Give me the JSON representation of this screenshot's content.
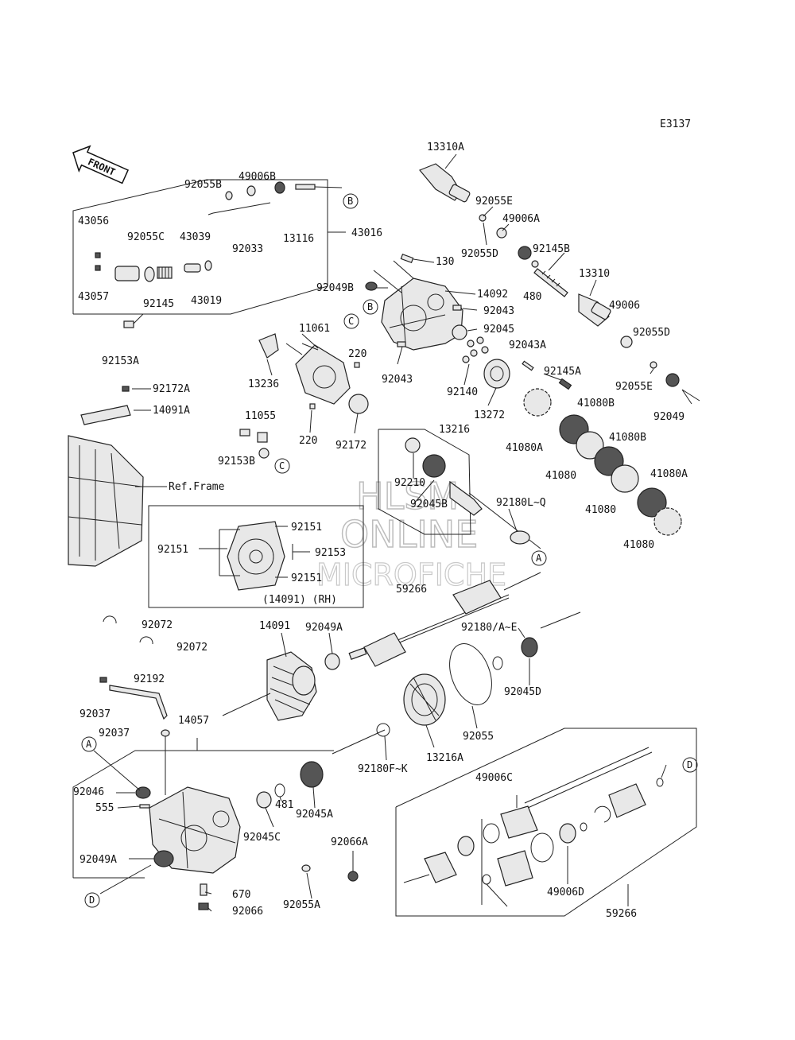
{
  "diagram_id": "E3137",
  "front_label": "FRONT",
  "ref_frame": "Ref.Frame",
  "inset_caption": "(14091) (RH)",
  "watermark": [
    "HLSM",
    "ONLINE",
    "MICROFICHE"
  ],
  "callouts": [
    "A",
    "B",
    "C",
    "D"
  ],
  "labels": {
    "p13310A": "13310A",
    "p92055E_a": "92055E",
    "p49006A": "49006A",
    "p92055D_a": "92055D",
    "p92145B": "92145B",
    "p480": "480",
    "p13310": "13310",
    "p49006": "49006",
    "p92055D_b": "92055D",
    "p92055E_b": "92055E",
    "p92049": "92049",
    "p92055B": "92055B",
    "p49006B": "49006B",
    "p43056": "43056",
    "p92055C": "92055C",
    "p43039": "43039",
    "p92033": "92033",
    "p13116": "13116",
    "p43016": "43016",
    "p43057": "43057",
    "p92145": "92145",
    "p43019": "43019",
    "p92153A": "92153A",
    "p130": "130",
    "p92049B": "92049B",
    "p14092": "14092",
    "p92043_a": "92043",
    "p92045": "92045",
    "p11061": "11061",
    "p92043A": "92043A",
    "p220_a": "220",
    "p92043_b": "92043",
    "p92145A": "92145A",
    "p13236": "13236",
    "p92140": "92140",
    "p41080B_a": "41080B",
    "p13272": "13272",
    "p92172A": "92172A",
    "p14091A": "14091A",
    "p41080B_b": "41080B",
    "p11055": "11055",
    "p220_b": "220",
    "p92172": "92172",
    "p13216": "13216",
    "p41080A_a": "41080A",
    "p92153B": "92153B",
    "p41080_a": "41080",
    "p41080A_b": "41080A",
    "p92210": "92210",
    "p92045B": "92045B",
    "p92180LQ": "92180L~Q",
    "p41080_b": "41080",
    "p41080_c": "41080",
    "p92151_a": "92151",
    "p92151_b": "92151",
    "p92153": "92153",
    "p92151_c": "92151",
    "p59266_a": "59266",
    "p92072_a": "92072",
    "p14091": "14091",
    "p92049A_a": "92049A",
    "p92072_b": "92072",
    "p92180AE": "92180/A~E",
    "p92192": "92192",
    "p92045D": "92045D",
    "p92037_a": "92037",
    "p14057": "14057",
    "p92037_b": "92037",
    "p13216A": "13216A",
    "p92055": "92055",
    "p92180FK": "92180F~K",
    "p92046": "92046",
    "p555": "555",
    "p49006C": "49006C",
    "p481": "481",
    "p92045A": "92045A",
    "p92045C": "92045C",
    "p92066A": "92066A",
    "p92049A_b": "92049A",
    "p670": "670",
    "p49006D": "49006D",
    "p92055A": "92055A",
    "p92066": "92066",
    "p59266_b": "59266"
  }
}
